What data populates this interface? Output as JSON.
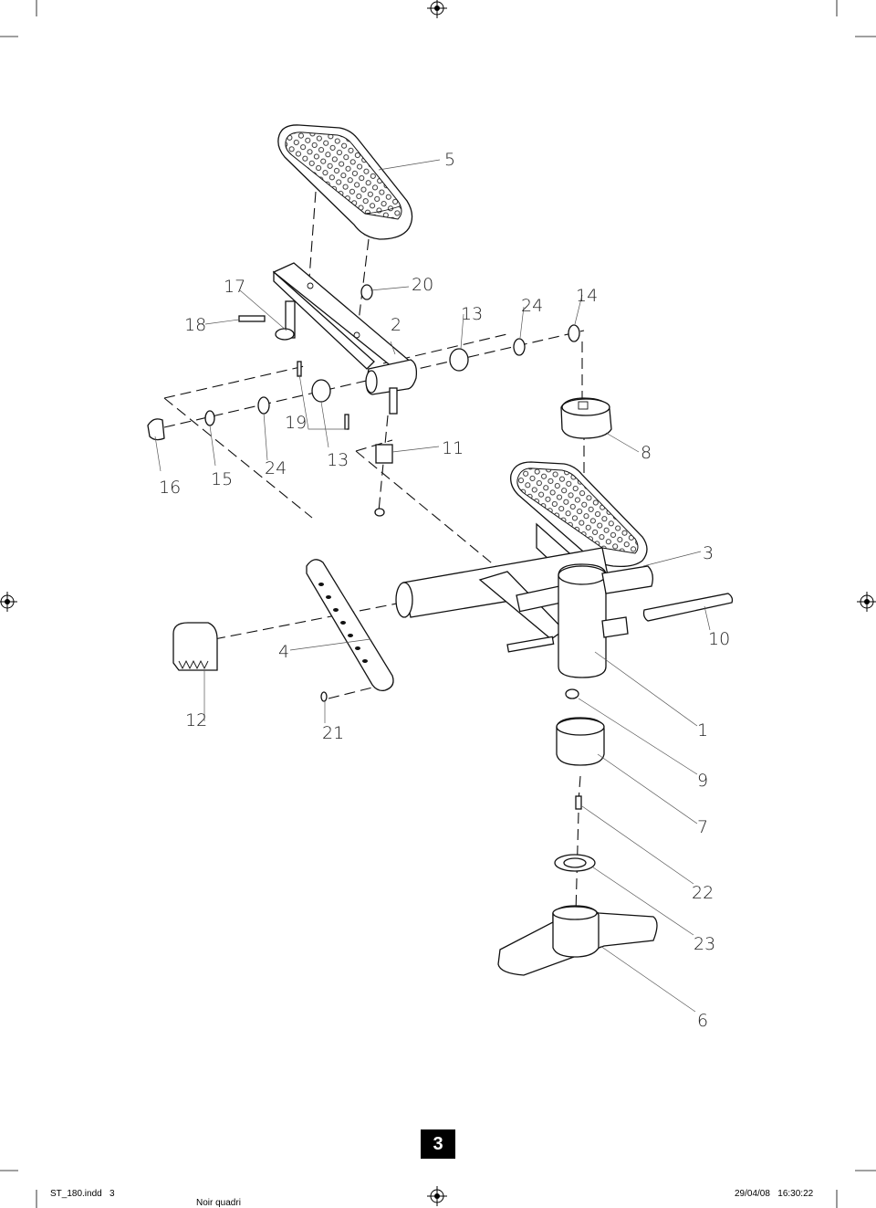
{
  "parts": [
    {
      "id": "label-5",
      "text": "5"
    },
    {
      "id": "label-17",
      "text": "17"
    },
    {
      "id": "label-20",
      "text": "20"
    },
    {
      "id": "label-18",
      "text": "18"
    },
    {
      "id": "label-2",
      "text": "2"
    },
    {
      "id": "label-13a",
      "text": "13"
    },
    {
      "id": "label-24a",
      "text": "24"
    },
    {
      "id": "label-14",
      "text": "14"
    },
    {
      "id": "label-19",
      "text": "19"
    },
    {
      "id": "label-11",
      "text": "11"
    },
    {
      "id": "label-8",
      "text": "8"
    },
    {
      "id": "label-16",
      "text": "16"
    },
    {
      "id": "label-15",
      "text": "15"
    },
    {
      "id": "label-24b",
      "text": "24"
    },
    {
      "id": "label-13b",
      "text": "13"
    },
    {
      "id": "label-3",
      "text": "3"
    },
    {
      "id": "label-10",
      "text": "10"
    },
    {
      "id": "label-4",
      "text": "4"
    },
    {
      "id": "label-12",
      "text": "12"
    },
    {
      "id": "label-21",
      "text": "21"
    },
    {
      "id": "label-1",
      "text": "1"
    },
    {
      "id": "label-9",
      "text": "9"
    },
    {
      "id": "label-7",
      "text": "7"
    },
    {
      "id": "label-22",
      "text": "22"
    },
    {
      "id": "label-23",
      "text": "23"
    },
    {
      "id": "label-6",
      "text": "6"
    }
  ],
  "page_number": "3",
  "footer": {
    "file": "ST_180.indd   3",
    "color": "Noir quadri",
    "date": "29/04/08   16:30:22"
  }
}
